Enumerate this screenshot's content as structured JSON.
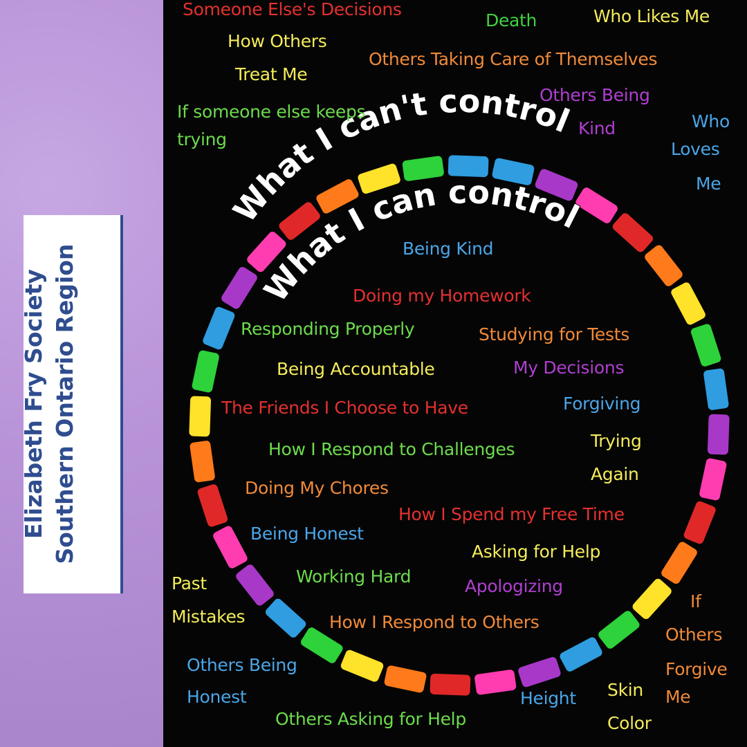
{
  "organization": {
    "line1": "Elizabeth Fry Society",
    "line2": "Southern Ontario Region"
  },
  "headings": {
    "outer": "What I can't control",
    "inner": "What I can control"
  },
  "outside_circle": [
    {
      "text": "Someone Else's Decisions",
      "color": "#e53030"
    },
    {
      "text": "Death",
      "color": "#3fd23f"
    },
    {
      "text": "Who Likes Me",
      "color": "#f4ec5a"
    },
    {
      "text": "How Others",
      "color": "#f4ec5a"
    },
    {
      "text": "Treat Me",
      "color": "#f4ec5a"
    },
    {
      "text": "Others Taking Care of Themselves",
      "color": "#f08a3a"
    },
    {
      "text": "Others Being",
      "color": "#b03fd0"
    },
    {
      "text": "Kind",
      "color": "#b03fd0"
    },
    {
      "text": "If someone else keeps",
      "color": "#6cdc4c"
    },
    {
      "text": "trying",
      "color": "#6cdc4c"
    },
    {
      "text": "Who",
      "color": "#4aa6e8"
    },
    {
      "text": "Loves",
      "color": "#4aa6e8"
    },
    {
      "text": "Me",
      "color": "#4aa6e8"
    },
    {
      "text": "Past",
      "color": "#f4ec5a"
    },
    {
      "text": "Mistakes",
      "color": "#f4ec5a"
    },
    {
      "text": "If",
      "color": "#f08a3a"
    },
    {
      "text": "Others",
      "color": "#f08a3a"
    },
    {
      "text": "Forgive",
      "color": "#f08a3a"
    },
    {
      "text": "Me",
      "color": "#f08a3a"
    },
    {
      "text": "Others Being",
      "color": "#4aa6e8"
    },
    {
      "text": "Honest",
      "color": "#4aa6e8"
    },
    {
      "text": "Height",
      "color": "#4aa6e8"
    },
    {
      "text": "Skin",
      "color": "#f4ec5a"
    },
    {
      "text": "Color",
      "color": "#f4ec5a"
    },
    {
      "text": "Others Asking for Help",
      "color": "#6cdc4c"
    }
  ],
  "inside_circle": [
    {
      "text": "Being Kind",
      "color": "#4aa6e8"
    },
    {
      "text": "Doing my Homework",
      "color": "#e53030"
    },
    {
      "text": "Responding Properly",
      "color": "#6cdc4c"
    },
    {
      "text": "Studying for Tests",
      "color": "#f08a3a"
    },
    {
      "text": "Being Accountable",
      "color": "#f4ec5a"
    },
    {
      "text": "My Decisions",
      "color": "#b03fd0"
    },
    {
      "text": "The Friends I Choose to Have",
      "color": "#e53030"
    },
    {
      "text": "Forgiving",
      "color": "#4aa6e8"
    },
    {
      "text": "How I Respond to Challenges",
      "color": "#6cdc4c"
    },
    {
      "text": "Trying",
      "color": "#f4ec5a"
    },
    {
      "text": "Again",
      "color": "#f4ec5a"
    },
    {
      "text": "Doing My Chores",
      "color": "#f08a3a"
    },
    {
      "text": "How I Spend my Free Time",
      "color": "#e53030"
    },
    {
      "text": "Being Honest",
      "color": "#4aa6e8"
    },
    {
      "text": "Asking for Help",
      "color": "#f4ec5a"
    },
    {
      "text": "Working Hard",
      "color": "#6cdc4c"
    },
    {
      "text": "Apologizing",
      "color": "#b03fd0"
    },
    {
      "text": "How I Respond to Others",
      "color": "#f08a3a"
    }
  ],
  "circle_colors": [
    "#2f9de0",
    "#a838c8",
    "#ff3db0",
    "#e02828",
    "#ff7a1a",
    "#ffe22a",
    "#2ed23a"
  ]
}
